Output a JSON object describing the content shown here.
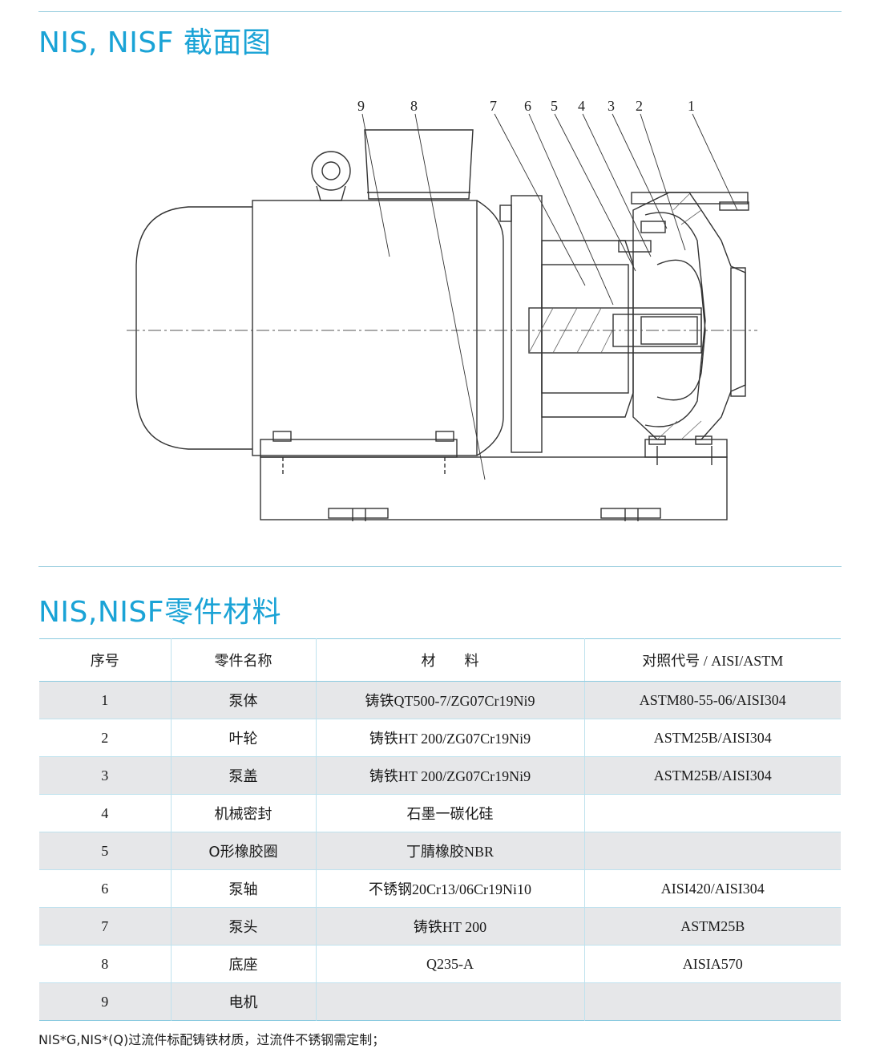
{
  "section1": {
    "title": "NIS, NISF 截面图"
  },
  "drawing": {
    "callouts": [
      "9",
      "8",
      "7",
      "6",
      "5",
      "4",
      "3",
      "2",
      "1"
    ]
  },
  "section2": {
    "title": "NIS,NISF零件材料"
  },
  "table": {
    "headers": [
      "序号",
      "零件名称",
      "材　　料",
      "对照代号 / AISI/ASTM"
    ],
    "rows": [
      [
        "1",
        "泵体",
        "铸铁QT500-7/ZG07Cr19Ni9",
        "ASTM80-55-06/AISI304"
      ],
      [
        "2",
        "叶轮",
        "铸铁HT 200/ZG07Cr19Ni9",
        "ASTM25B/AISI304"
      ],
      [
        "3",
        "泵盖",
        "铸铁HT 200/ZG07Cr19Ni9",
        "ASTM25B/AISI304"
      ],
      [
        "4",
        "机械密封",
        "石墨一碳化硅",
        ""
      ],
      [
        "5",
        "O形橡胶圈",
        "丁腈橡胶NBR",
        ""
      ],
      [
        "6",
        "泵轴",
        "不锈钢20Cr13/06Cr19Ni10",
        "AISI420/AISI304"
      ],
      [
        "7",
        "泵头",
        "铸铁HT 200",
        "ASTM25B"
      ],
      [
        "8",
        "底座",
        "Q235-A",
        "AISIA570"
      ],
      [
        "9",
        "电机",
        "",
        ""
      ]
    ]
  },
  "footnote": "NIS*G,NIS*(Q)过流件标配铸铁材质，过流件不锈钢需定制；",
  "colors": {
    "accent": "#1aa3d6",
    "rule": "#9ccfe0",
    "stripe": "#e6e7e9"
  }
}
